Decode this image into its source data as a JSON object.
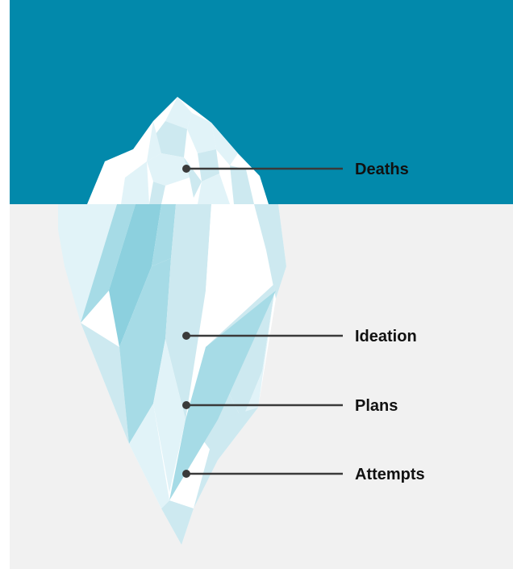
{
  "colors": {
    "sky": "#0289ab",
    "water": "#f1f1f1",
    "leader": "#3a3a3a",
    "ice_white": "#ffffff",
    "ice_pale": "#e1f3f8",
    "ice_light": "#cde9f0",
    "ice_mid": "#a6dbe6",
    "ice_deep": "#8cd0de"
  },
  "labels": [
    {
      "text": "Deaths"
    },
    {
      "text": "Ideation"
    },
    {
      "text": "Plans"
    },
    {
      "text": "Attempts"
    }
  ]
}
